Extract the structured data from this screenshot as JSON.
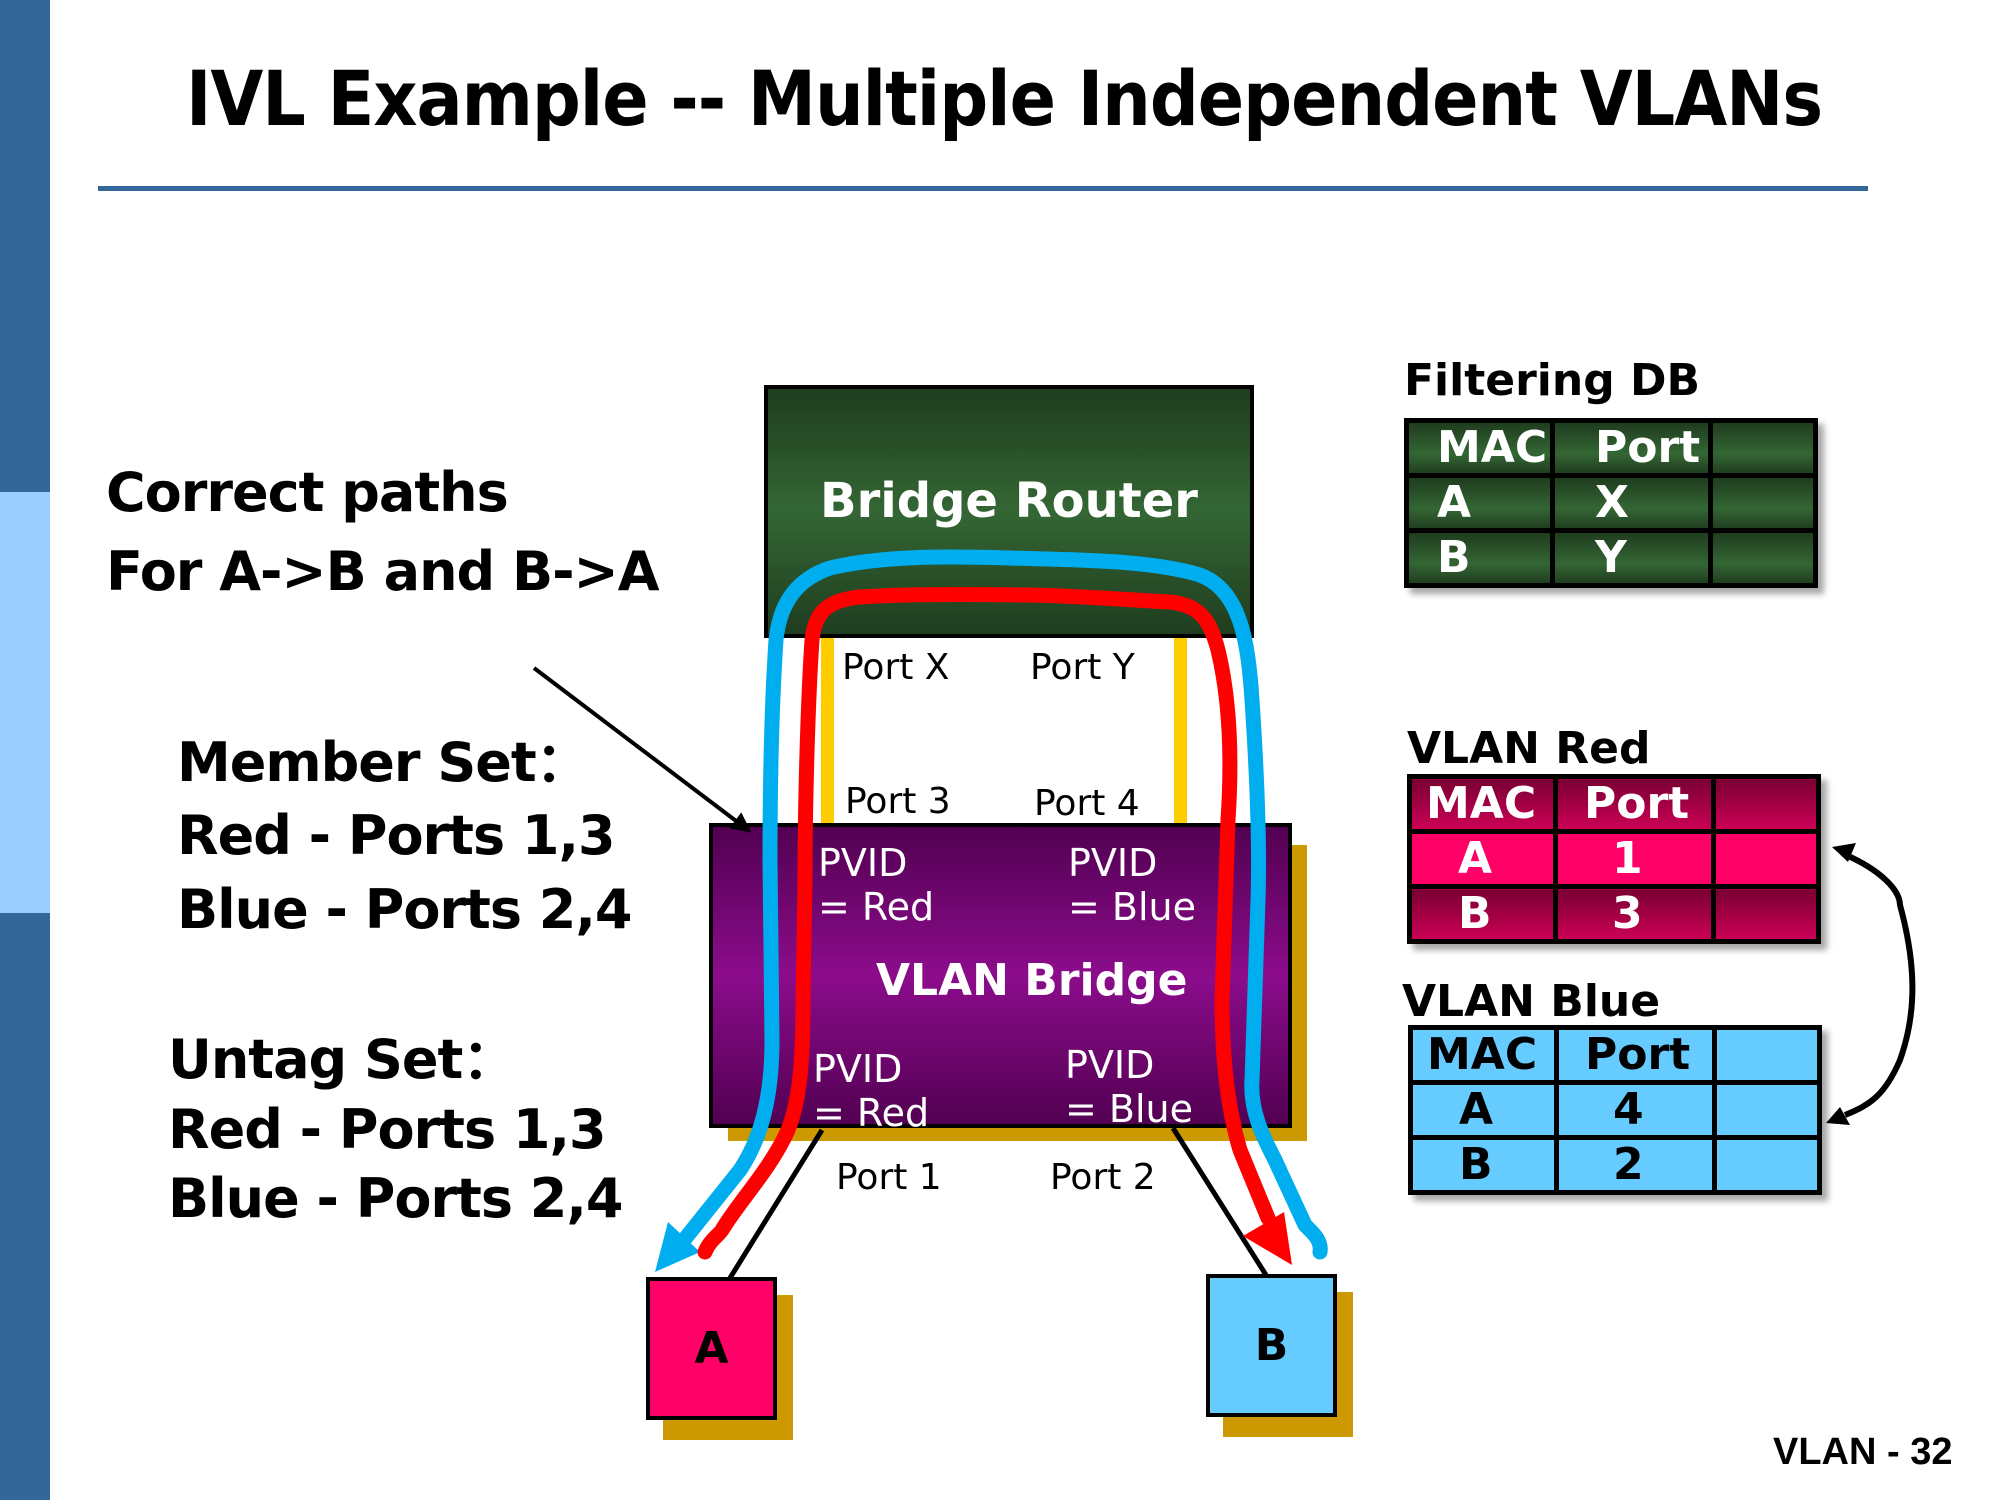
{
  "slide": {
    "title": "IVL Example -- Multiple Independent VLANs",
    "footer": "VLAN - 32"
  },
  "colors": {
    "sidebar_dark": "#336699",
    "sidebar_light": "#99CCFF",
    "router_green": "#346634",
    "bridge_purple": "#8C0C8C",
    "port_bar": "#FFCC00",
    "shadow_gold": "#CC9900",
    "host_a": "#FF0066",
    "host_b": "#66CCFF",
    "path_red": "#FF0000",
    "path_blue": "#00AEEF"
  },
  "annotation": {
    "line1": "Correct paths",
    "line2": "For A->B and B->A"
  },
  "member_set": {
    "heading": "Member Set：",
    "red": "Red - Ports 1,3",
    "blue": "Blue - Ports 2,4"
  },
  "untag_set": {
    "heading": "Untag Set：",
    "red": "Red - Ports 1,3",
    "blue": "Blue - Ports 2,4"
  },
  "router": {
    "label": "Bridge Router",
    "port_x": "Port X",
    "port_y": "Port Y"
  },
  "bridge": {
    "label": "VLAN Bridge",
    "port3": "Port 3",
    "port4": "Port 4",
    "port1": "Port 1",
    "port2": "Port 2",
    "pvid_top_left": "PVID\n= Red",
    "pvid_top_right": "PVID\n= Blue",
    "pvid_bottom_left": "PVID\n= Red",
    "pvid_bottom_right": "PVID\n= Blue"
  },
  "hosts": {
    "a": "A",
    "b": "B"
  },
  "tables": {
    "filtering_db": {
      "title": "Filtering DB",
      "headers": [
        "MAC",
        "Port",
        ""
      ],
      "rows": [
        [
          "A",
          "X",
          ""
        ],
        [
          "B",
          "Y",
          ""
        ]
      ]
    },
    "vlan_red": {
      "title": "VLAN Red",
      "headers": [
        "MAC",
        "Port",
        ""
      ],
      "rows": [
        [
          "A",
          "1",
          ""
        ],
        [
          "B",
          "3",
          ""
        ]
      ]
    },
    "vlan_blue": {
      "title": "VLAN Blue",
      "headers": [
        "MAC",
        "Port",
        ""
      ],
      "rows": [
        [
          "A",
          "4",
          ""
        ],
        [
          "B",
          "2",
          ""
        ]
      ]
    }
  }
}
